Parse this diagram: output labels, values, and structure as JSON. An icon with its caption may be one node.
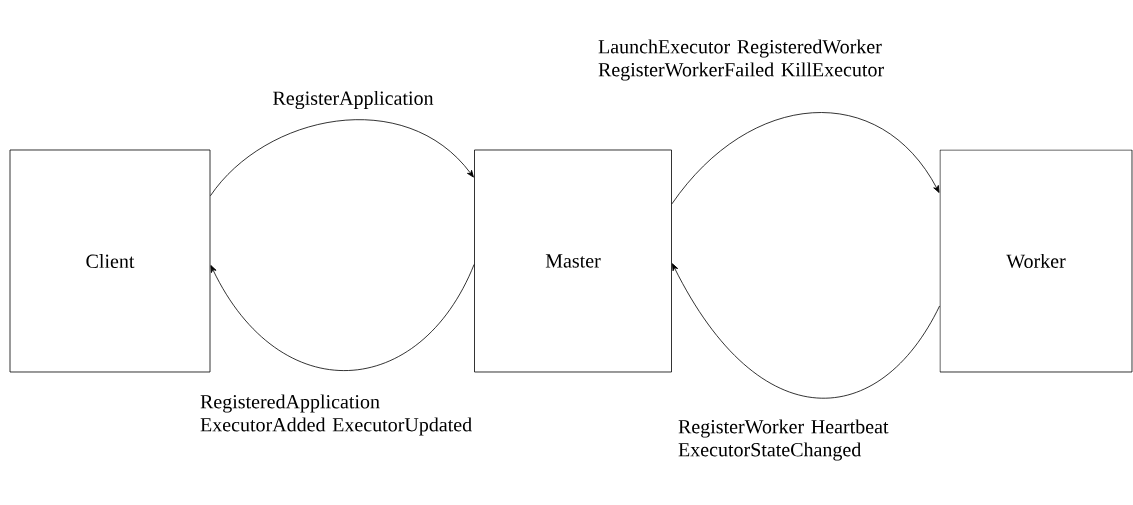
{
  "diagram": {
    "nodes": [
      {
        "text": [
          "Client"
        ]
      },
      {
        "text": [
          "Master"
        ]
      },
      {
        "text": [
          "Worker"
        ]
      }
    ],
    "edges": [
      {
        "from": 0,
        "to": 1,
        "arrow": "to",
        "label": "RegisterApplication"
      },
      {
        "from": 1,
        "to": 0,
        "arrow": "to",
        "label": "RegisteredApplication ExecutorAdded ExecutorUpdated"
      },
      {
        "from": 1,
        "to": 2,
        "arrow": "to",
        "label": "LaunchExecutor RegisteredWorker RegisterWorkerFailed KillExecutor"
      },
      {
        "from": 2,
        "to": 1,
        "arrow": "to",
        "label": "RegisterWorker Heartbeat ExecutorStateChanged"
      }
    ]
  }
}
